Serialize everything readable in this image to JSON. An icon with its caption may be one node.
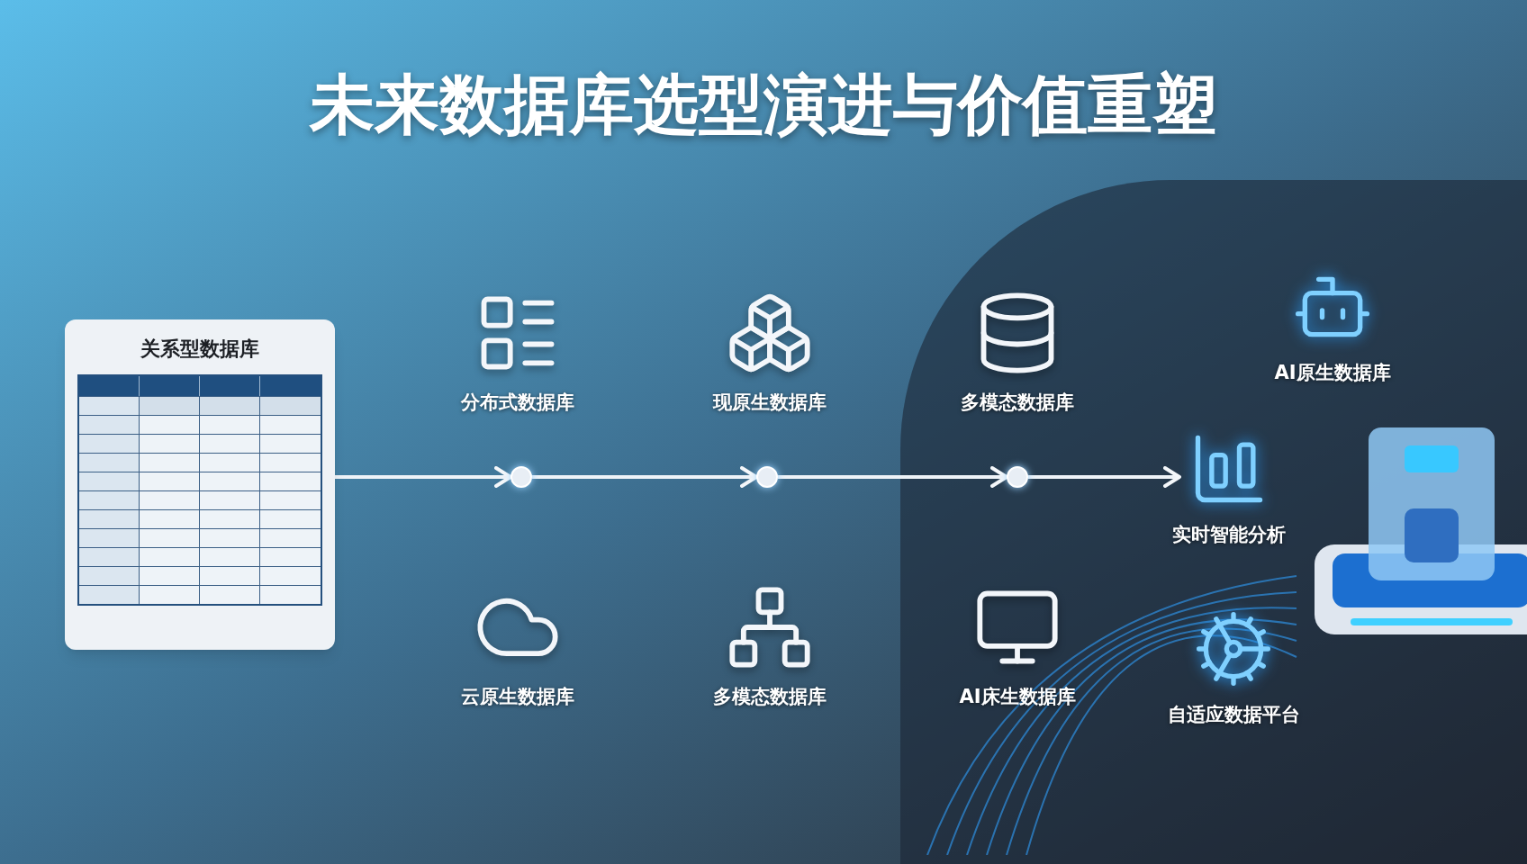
{
  "diagram": {
    "title": "未来数据库选型演进与价值重塑",
    "nodes": [
      {
        "text": [
          "关系型数据库"
        ]
      },
      {
        "text": [
          "分布式数据库"
        ]
      },
      {
        "text": [
          "云原生数据库"
        ]
      },
      {
        "text": [
          "现原生数据库"
        ]
      },
      {
        "text": [
          "多模态数据库"
        ]
      },
      {
        "text": [
          "多模态数据库"
        ]
      },
      {
        "text": [
          "AI床生数据库"
        ]
      },
      {
        "text": [],
        "shape": "circle"
      },
      {
        "text": [],
        "shape": "circle"
      },
      {
        "text": [],
        "shape": "circle"
      },
      {
        "text": [
          "AI原生数据库"
        ]
      },
      {
        "text": [
          "实时智能分析"
        ]
      },
      {
        "text": [
          "自适应数据平台"
        ]
      }
    ],
    "edges": [
      {
        "from": 0,
        "to": 7,
        "arrow": "to"
      },
      {
        "from": 7,
        "to": 8,
        "arrow": "to"
      },
      {
        "from": 8,
        "to": 9,
        "arrow": "to"
      },
      {
        "from": 9,
        "to": 11,
        "arrow": "to"
      }
    ]
  }
}
